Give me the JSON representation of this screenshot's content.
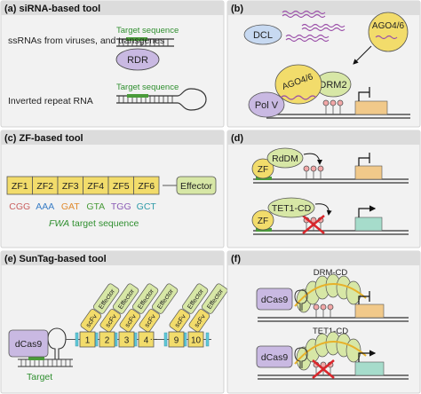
{
  "colors": {
    "zf_fill": "#f2dc6b",
    "green_fill": "#d7e7a6",
    "green_dark": "#4a9b3a",
    "purple_fill": "#c9b9e2",
    "blue_fill": "#c7d9f1",
    "salmon_fill": "#f2a7a7",
    "orange_gene": "#f1c98a",
    "teal_gene": "#a6dccb",
    "dna_purple": "#9a4ea8",
    "cyan": "#5fc8d8"
  },
  "panels": {
    "a": {
      "title": "(a) siRNA-based tool",
      "target_sequence_1": "Target sequence",
      "ssrna_label": "ssRNAs from viruses, and transgenes",
      "rdr": "RDR",
      "target_sequence_2": "Target sequence",
      "inverted_repeat": "Inverted repeat RNA"
    },
    "b": {
      "title": "(b)",
      "dcl": "DCL",
      "ago_free": "AGO4/6",
      "ago_bound": "AGO4/6",
      "drm2": "DRM2",
      "polv": "Pol V"
    },
    "c": {
      "title": "(c) ZF-based tool",
      "zf_labels": [
        "ZF1",
        "ZF2",
        "ZF3",
        "ZF4",
        "ZF5",
        "ZF6"
      ],
      "effector": "Effector",
      "codons": [
        "CGG",
        "AAA",
        "GAT",
        "GTA",
        "TGG",
        "GCT"
      ],
      "caption_fwa": "FWA",
      "caption_rest": " target sequence"
    },
    "d": {
      "title": "(d)",
      "rddm": "RdDM",
      "zf_1": "ZF",
      "tet1": "TET1-CD",
      "zf_2": "ZF"
    },
    "e": {
      "title": "(e) SunTag-based tool",
      "dcas9": "dCas9",
      "scfv": "scFv",
      "effector": "Effector",
      "numbers": [
        "1",
        "2",
        "3",
        "4",
        "9",
        "10"
      ],
      "ellipsis": "...",
      "target": "Target"
    },
    "f": {
      "title": "(f)",
      "drm_cd": "DRM-CD",
      "dcas9_1": "dCas9",
      "tet1_cd": "TET1-CD",
      "dcas9_2": "dCas9"
    }
  }
}
